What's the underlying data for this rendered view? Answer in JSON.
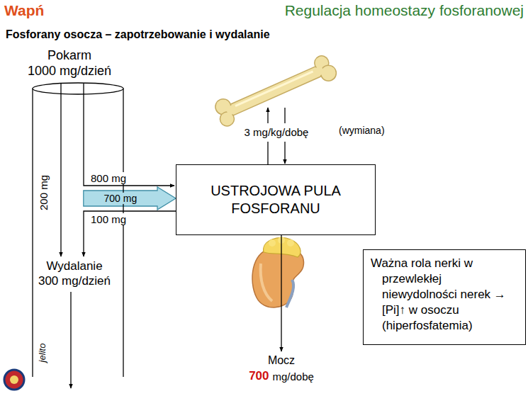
{
  "diagram": {
    "title": "Regulacja homeostazy fosforanowej",
    "nodes": [
      {
        "text": [
          "200 mg",
          "Wydalanie",
          "300 mg/dzień",
          "jelito"
        ]
      },
      {
        "text": [
          "USTROJOWA PULA FOSFORANU"
        ]
      },
      {
        "text": [
          "Ważna rola nerki w przewlekłej niewydolności nerek → [Pi]↑ w osoczu (hiperfosfatemia)"
        ]
      }
    ],
    "edges": [
      {
        "from": 0,
        "to": 1,
        "label": "700 mg",
        "arrow": "to"
      }
    ],
    "labels": [
      "Wapń",
      "Fosforany osocza – zapotrzebowanie i wydalanie",
      "Pokarm",
      "1000 mg/dzień",
      "800 mg",
      "100 mg",
      "3 mg/kg/dobę",
      "(wymiana)",
      "Mocz",
      "700",
      "mg/dobę"
    ]
  }
}
